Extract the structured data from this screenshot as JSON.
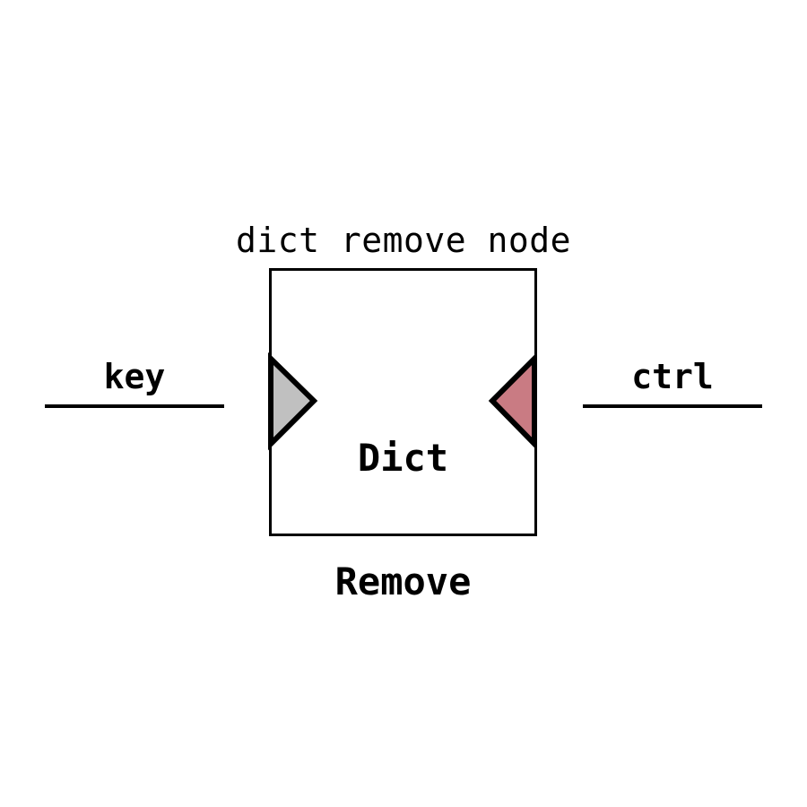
{
  "diagram": {
    "title": "dict remove node",
    "background_color": "#ffffff",
    "stroke_color": "#000000"
  },
  "node": {
    "label_line1": "Dict",
    "label_line2": "Remove",
    "border_color": "#000000",
    "fill_color": "#ffffff"
  },
  "ports": [
    {
      "id": "input-port",
      "side": "left",
      "shape": "triangle-right",
      "fill_color": "#c0c0c0",
      "stroke_color": "#000000"
    },
    {
      "id": "output-port",
      "side": "right",
      "shape": "triangle-left",
      "fill_color": "#c97b83",
      "stroke_color": "#000000"
    }
  ],
  "wires": [
    {
      "id": "wire-key",
      "label": "key",
      "side": "left",
      "color": "#000000"
    },
    {
      "id": "wire-ctrl",
      "label": "ctrl",
      "side": "right",
      "color": "#000000"
    }
  ]
}
